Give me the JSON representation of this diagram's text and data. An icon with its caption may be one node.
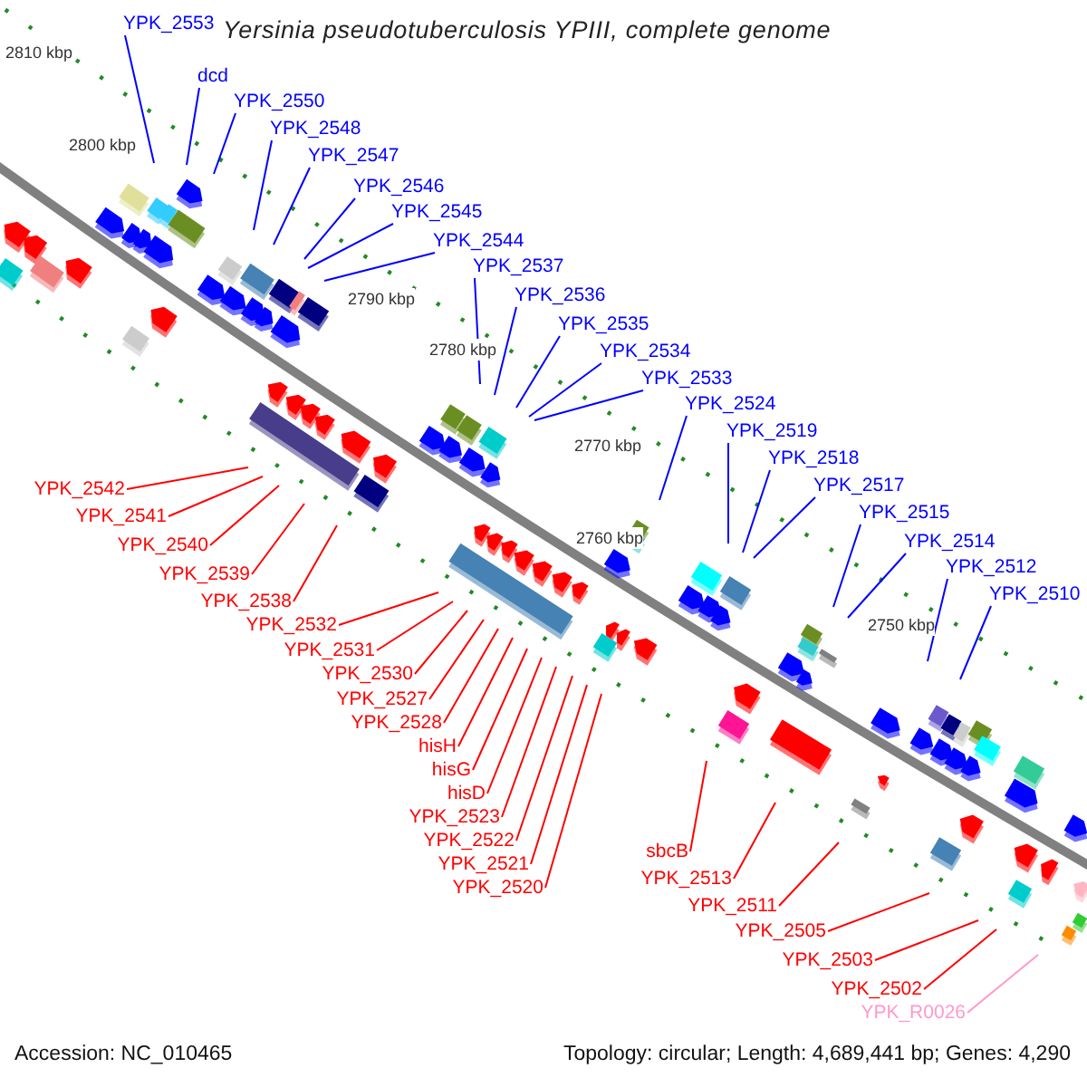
{
  "diagram": {
    "title": "Yersinia pseudotuberculosis YPIII, complete genome",
    "nodes": [
      {
        "text": [
          "YPK_2553"
        ]
      },
      {
        "text": [
          "dcd"
        ]
      },
      {
        "text": [
          "YPK_2550"
        ]
      },
      {
        "text": [
          "YPK_2548"
        ]
      },
      {
        "text": [
          "YPK_2547"
        ]
      },
      {
        "text": [
          "YPK_2546"
        ]
      },
      {
        "text": [
          "YPK_2545"
        ]
      },
      {
        "text": [
          "YPK_2544"
        ]
      },
      {
        "text": [
          "YPK_2537"
        ]
      },
      {
        "text": [
          "YPK_2536"
        ]
      },
      {
        "text": [
          "YPK_2535"
        ]
      },
      {
        "text": [
          "YPK_2534"
        ]
      },
      {
        "text": [
          "YPK_2533"
        ]
      },
      {
        "text": [
          "YPK_2524"
        ]
      },
      {
        "text": [
          "YPK_2519"
        ]
      },
      {
        "text": [
          "YPK_2518"
        ]
      },
      {
        "text": [
          "YPK_2517"
        ]
      },
      {
        "text": [
          "YPK_2515"
        ]
      },
      {
        "text": [
          "YPK_2514"
        ]
      },
      {
        "text": [
          "YPK_2512"
        ]
      },
      {
        "text": [
          "YPK_2510"
        ]
      },
      {
        "text": [
          "YPK_2542"
        ]
      },
      {
        "text": [
          "YPK_2541"
        ]
      },
      {
        "text": [
          "YPK_2540"
        ]
      },
      {
        "text": [
          "YPK_2539"
        ]
      },
      {
        "text": [
          "YPK_2538"
        ]
      },
      {
        "text": [
          "YPK_2532"
        ]
      },
      {
        "text": [
          "YPK_2531"
        ]
      },
      {
        "text": [
          "YPK_2530"
        ]
      },
      {
        "text": [
          "YPK_2527"
        ]
      },
      {
        "text": [
          "YPK_2528"
        ]
      },
      {
        "text": [
          "hisH"
        ]
      },
      {
        "text": [
          "hisG"
        ]
      },
      {
        "text": [
          "hisD"
        ]
      },
      {
        "text": [
          "YPK_2523"
        ]
      },
      {
        "text": [
          "YPK_2522"
        ]
      },
      {
        "text": [
          "YPK_2521"
        ]
      },
      {
        "text": [
          "YPK_2520"
        ]
      },
      {
        "text": [
          "sbcB"
        ]
      },
      {
        "text": [
          "YPK_2513"
        ]
      },
      {
        "text": [
          "YPK_2511"
        ]
      },
      {
        "text": [
          "YPK_2505"
        ]
      },
      {
        "text": [
          "YPK_2503"
        ]
      },
      {
        "text": [
          "YPK_2502"
        ]
      },
      {
        "text": [
          "YPK_R0026"
        ]
      }
    ],
    "edges": [
      {
        "from": 0,
        "to": null,
        "arrow": "none",
        "color": "#0000ff"
      },
      {
        "from": 1,
        "to": null,
        "arrow": "none",
        "color": "#0000ff"
      },
      {
        "from": 2,
        "to": null,
        "arrow": "none",
        "color": "#0000ff"
      },
      {
        "from": 3,
        "to": null,
        "arrow": "none",
        "color": "#0000ff"
      },
      {
        "from": 4,
        "to": null,
        "arrow": "none",
        "color": "#0000ff"
      },
      {
        "from": 5,
        "to": null,
        "arrow": "none",
        "color": "#0000ff"
      },
      {
        "from": 6,
        "to": null,
        "arrow": "none",
        "color": "#0000ff"
      },
      {
        "from": 7,
        "to": null,
        "arrow": "none",
        "color": "#0000ff"
      },
      {
        "from": 8,
        "to": null,
        "arrow": "none",
        "color": "#0000ff"
      },
      {
        "from": 9,
        "to": null,
        "arrow": "none",
        "color": "#0000ff"
      },
      {
        "from": 10,
        "to": null,
        "arrow": "none",
        "color": "#0000ff"
      },
      {
        "from": 11,
        "to": null,
        "arrow": "none",
        "color": "#0000ff"
      },
      {
        "from": 12,
        "to": null,
        "arrow": "none",
        "color": "#0000ff"
      },
      {
        "from": 13,
        "to": null,
        "arrow": "none",
        "color": "#0000ff"
      },
      {
        "from": 14,
        "to": null,
        "arrow": "none",
        "color": "#0000ff"
      },
      {
        "from": 15,
        "to": null,
        "arrow": "none",
        "color": "#0000ff"
      },
      {
        "from": 16,
        "to": null,
        "arrow": "none",
        "color": "#0000ff"
      },
      {
        "from": 17,
        "to": null,
        "arrow": "none",
        "color": "#0000ff"
      },
      {
        "from": 18,
        "to": null,
        "arrow": "none",
        "color": "#0000ff"
      },
      {
        "from": 19,
        "to": null,
        "arrow": "none",
        "color": "#0000ff"
      },
      {
        "from": 20,
        "to": null,
        "arrow": "none",
        "color": "#0000ff"
      },
      {
        "from": 21,
        "to": null,
        "arrow": "none"
      },
      {
        "from": 22,
        "to": null,
        "arrow": "none"
      },
      {
        "from": 23,
        "to": null,
        "arrow": "none"
      },
      {
        "from": 24,
        "to": null,
        "arrow": "none"
      },
      {
        "from": 25,
        "to": null,
        "arrow": "none"
      },
      {
        "from": 26,
        "to": null,
        "arrow": "none"
      },
      {
        "from": 27,
        "to": null,
        "arrow": "none"
      },
      {
        "from": 28,
        "to": null,
        "arrow": "none"
      },
      {
        "from": 29,
        "to": null,
        "arrow": "none"
      },
      {
        "from": 30,
        "to": null,
        "arrow": "none"
      },
      {
        "from": 31,
        "to": null,
        "arrow": "none"
      },
      {
        "from": 32,
        "to": null,
        "arrow": "none"
      },
      {
        "from": 33,
        "to": null,
        "arrow": "none"
      },
      {
        "from": 34,
        "to": null,
        "arrow": "none"
      },
      {
        "from": 35,
        "to": null,
        "arrow": "none"
      },
      {
        "from": 36,
        "to": null,
        "arrow": "none"
      },
      {
        "from": 37,
        "to": null,
        "arrow": "none"
      },
      {
        "from": 38,
        "to": null,
        "arrow": "none"
      },
      {
        "from": 39,
        "to": null,
        "arrow": "none"
      },
      {
        "from": 40,
        "to": null,
        "arrow": "none"
      },
      {
        "from": 41,
        "to": null,
        "arrow": "none"
      },
      {
        "from": 42,
        "to": null,
        "arrow": "none"
      },
      {
        "from": 43,
        "to": null,
        "arrow": "none"
      },
      {
        "from": 44,
        "to": null,
        "arrow": "none",
        "color": "#ff99cc"
      }
    ],
    "labels": [
      "2810 kbp",
      "2800 kbp",
      "2790 kbp",
      "2780 kbp",
      "2770 kbp",
      "2760 kbp",
      "2750 kbp",
      "Accession: NC_010465",
      "Topology: circular; Length: 4,689,441 bp; Genes: 4,290"
    ]
  }
}
